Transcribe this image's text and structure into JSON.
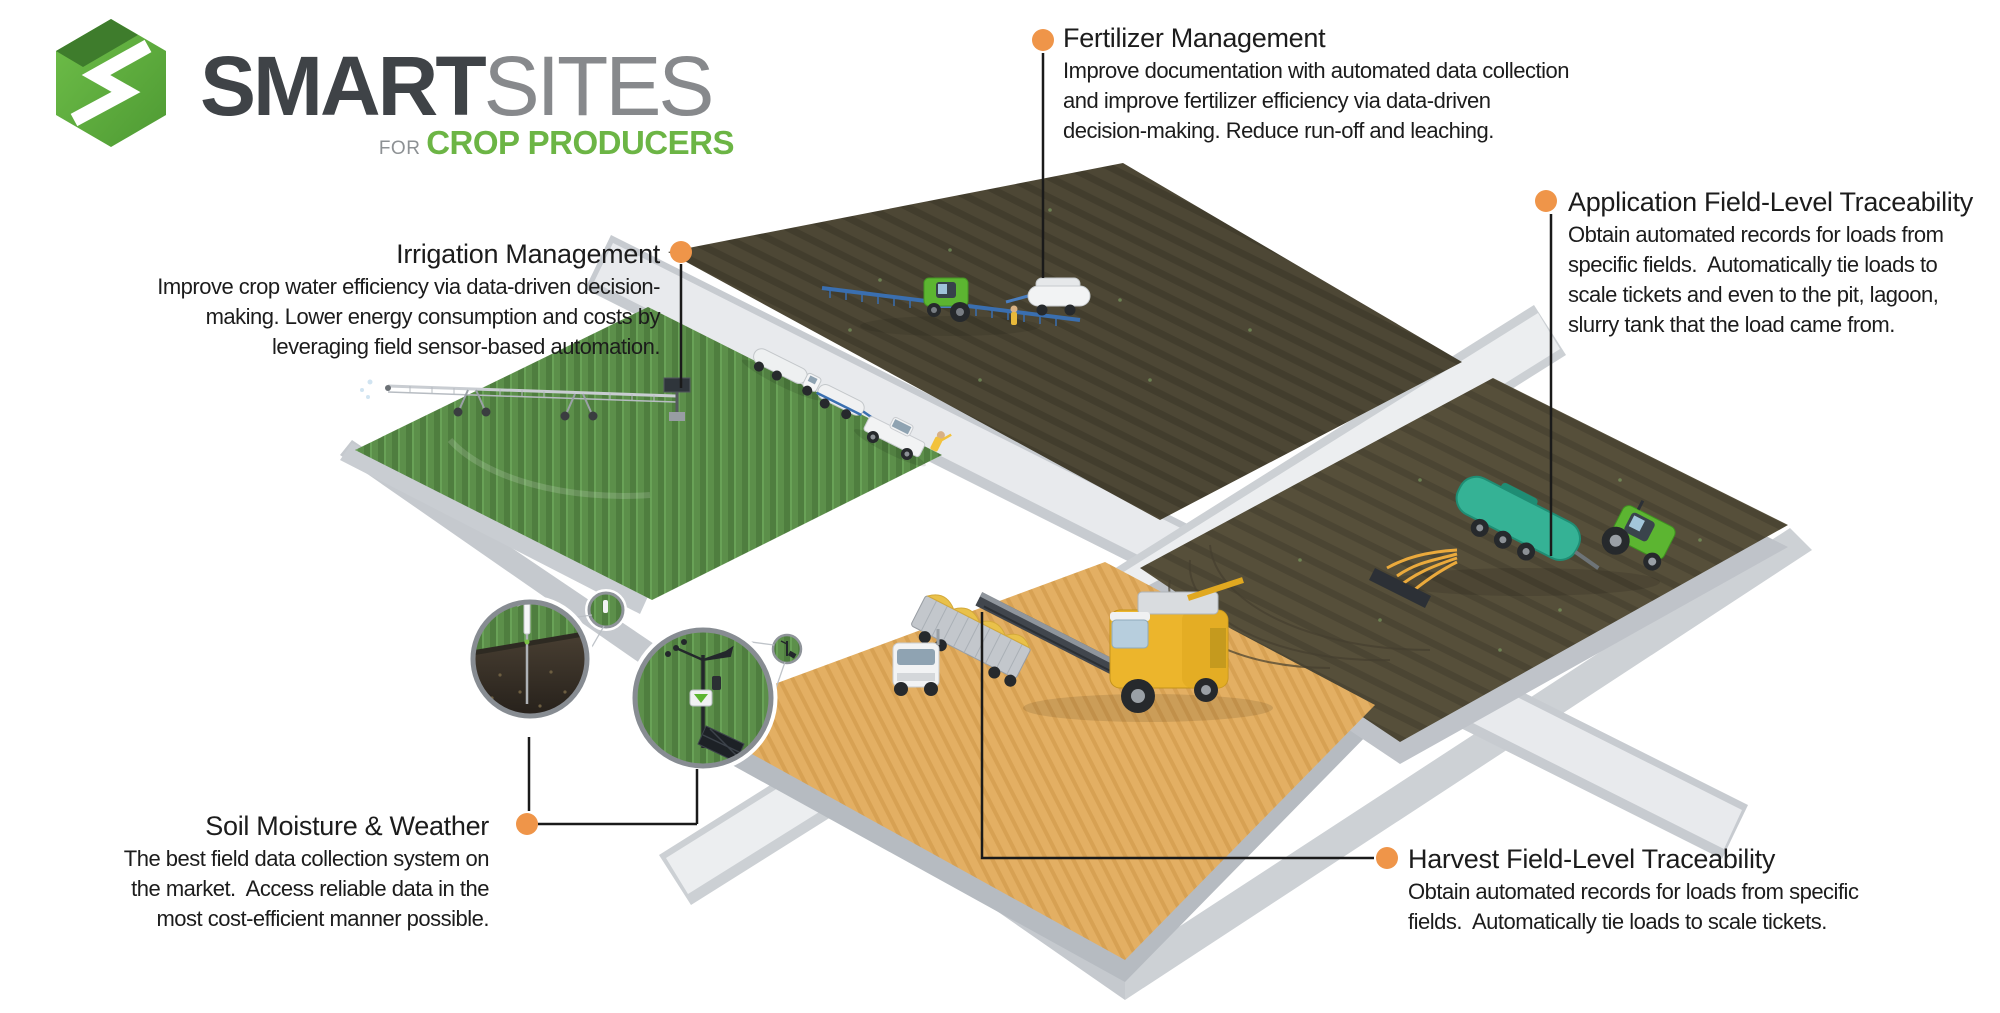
{
  "logo": {
    "brand_bold": "SMART",
    "brand_light": "SITES",
    "for_label": "FOR ",
    "sub_label": "CROP PRODUCERS"
  },
  "callouts": {
    "fertilizer": {
      "title": "Fertilizer Management",
      "lines": [
        "Improve documentation with automated data collection",
        "and improve fertilizer efficiency via data-driven",
        "decision-making. Reduce run-off and leaching."
      ]
    },
    "application": {
      "title": "Application Field-Level Traceability",
      "lines": [
        "Obtain automated records for loads from",
        "specific fields.  Automatically tie loads to",
        "scale tickets and even to the pit, lagoon,",
        "slurry tank that the load came from."
      ]
    },
    "irrigation": {
      "title": "Irrigation Management",
      "lines": [
        "Improve crop water efficiency via data-driven decision-",
        "making. Lower energy consumption and costs by",
        "leveraging field sensor-based automation."
      ]
    },
    "soil": {
      "title": "Soil Moisture & Weather",
      "lines": [
        "The best field data collection system on",
        "the market.  Access reliable data in the",
        "most cost-efficient manner possible."
      ]
    },
    "harvest": {
      "title": "Harvest Field-Level Traceability",
      "lines": [
        "Obtain automated records for loads from specific",
        "fields.  Automatically tie loads to scale tickets."
      ]
    }
  },
  "colors": {
    "accent_orange": "#EF9549",
    "connector_black": "#1A1A1A",
    "text": "#1C1C1C",
    "brand_dark": "#3F4347",
    "brand_gray": "#87898C",
    "brand_green": "#6CB545",
    "field_green": "#578847",
    "field_brown_top": "#4C4634",
    "field_brown_right": "#564F3A",
    "field_tan": "#E3AF63",
    "road_gray": "#CDD1D5"
  },
  "icons": {
    "logo_cube": "smartsites-s-cube",
    "dots": "callout-dot"
  }
}
